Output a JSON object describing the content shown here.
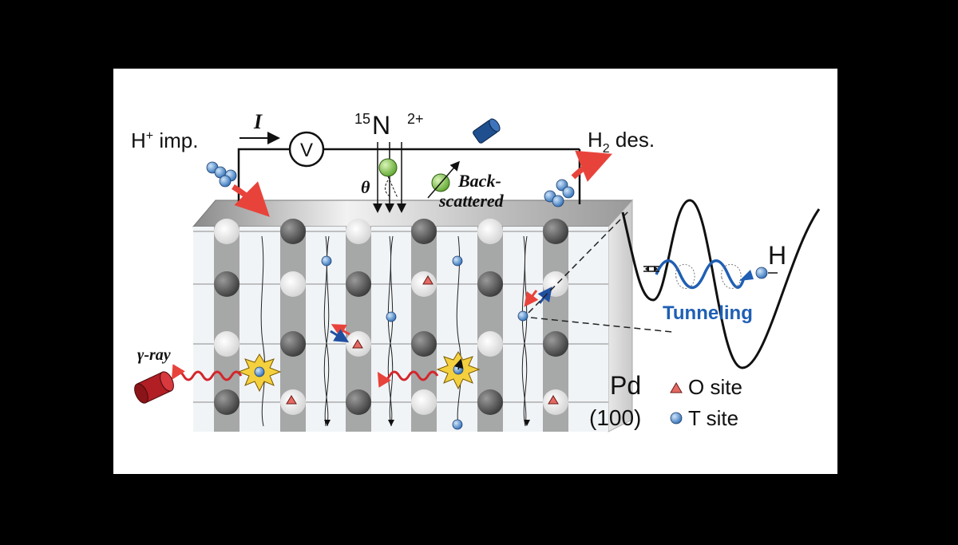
{
  "labels": {
    "h_imp_prefix": "H",
    "h_imp_sup": "+",
    "h_imp_suffix": " imp.",
    "current": "I",
    "voltmeter": "V",
    "n_mass": "15",
    "n_symbol": "N",
    "n_charge": "2+",
    "theta": "θ",
    "back_line1": "Back-",
    "back_line2": "scattered",
    "h2_prefix": "H",
    "h2_sub": "2",
    "h2_suffix": " des.",
    "h_atom": "H",
    "tunneling": "Tunneling",
    "gamma": "γ-ray",
    "pd": "Pd",
    "face": "(100)",
    "o_site": "O site",
    "t_site": "T site"
  },
  "colors": {
    "background": "#000000",
    "panel": "#ffffff",
    "red_arrow": "#e8433b",
    "tunneling_blue": "#1f5fb4",
    "pd_dark": "#555555",
    "pd_light": "#e4e4e4",
    "h_atom": "#4f8fd1",
    "ion": "#8ccc55",
    "spark": "#f4d03f",
    "detector": "#b11e23",
    "detector_blue": "#1f4f8f"
  },
  "icons": {
    "voltmeter": "circle-v-icon",
    "detector": "cylinder-detector-icon",
    "spark": "starburst-icon"
  }
}
